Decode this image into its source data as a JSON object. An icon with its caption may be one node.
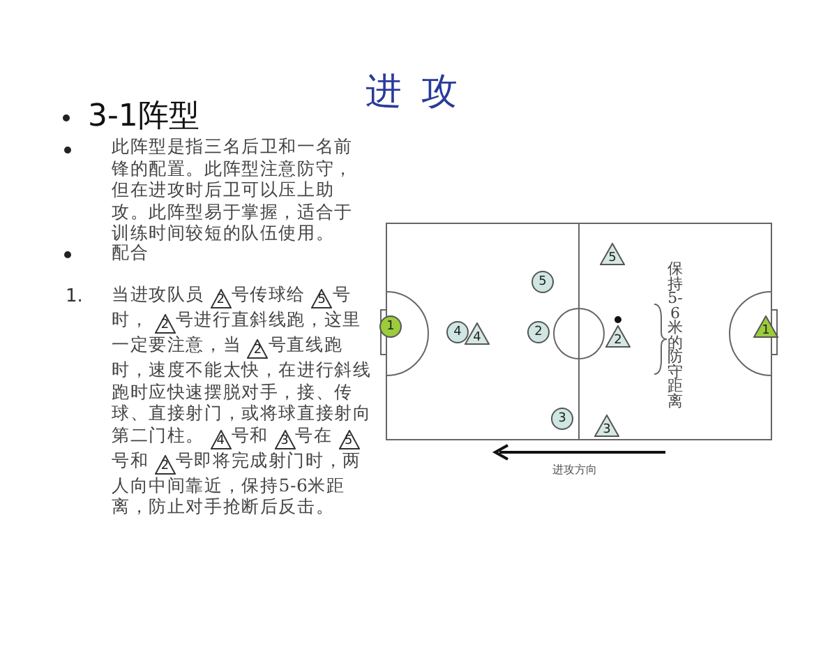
{
  "diagram": {
    "title": "进攻",
    "nodes": [
      {
        "text": [
          "1"
        ]
      },
      {
        "text": [
          "4"
        ]
      },
      {
        "text": [
          "4"
        ]
      },
      {
        "text": [
          "5"
        ]
      },
      {
        "text": [
          "2"
        ]
      },
      {
        "text": [
          "3"
        ]
      },
      {
        "text": [
          "5"
        ]
      },
      {
        "text": [
          "2"
        ]
      },
      {
        "text": [
          "3"
        ]
      },
      {
        "text": [
          "1"
        ]
      }
    ],
    "labels": [
      "3-1阵型",
      "此阵型是指三名后卫和一名前锋的配置。此阵型注意防守，但在进攻时后卫可以压上助攻。此阵型易于掌握，适合于训练时间较短的队伍使用。",
      "配合",
      "1.",
      "当进攻队员 2号传球给 5号时， 2号进行直斜线跑，这里一定要注意，当 2号直线跑时，速度不能太快，在进行斜线跑时应快速摆脱对手，接、传球、直接射门，或将球直接射向第二门柱。 4号和 3号在 5号和 2号即将完成射门时，两人向中间靠近，保持5-6米距离，防止对手抢断后反击。",
      "保持5-6米的防守距离",
      "进攻方向"
    ]
  }
}
